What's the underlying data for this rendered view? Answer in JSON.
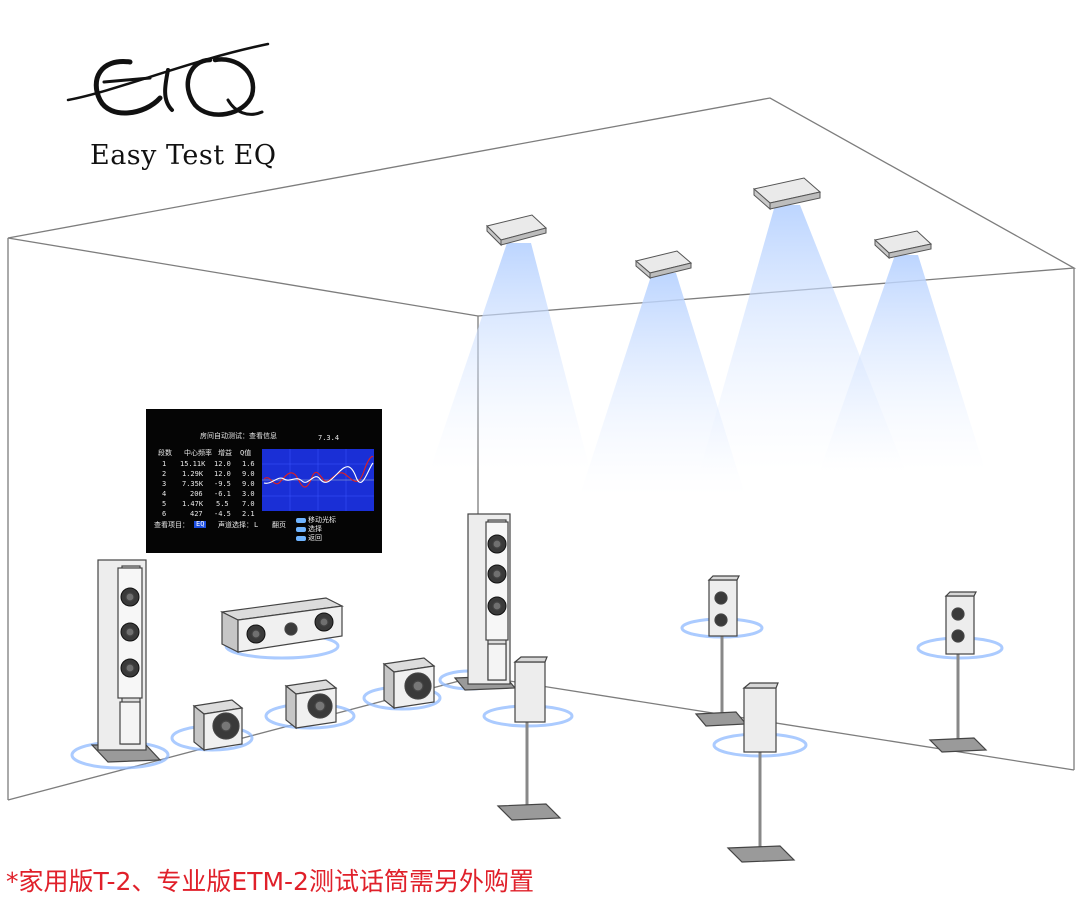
{
  "logo": {
    "icon": "eq-swirl-logo-icon",
    "text": "Easy Test EQ"
  },
  "screen": {
    "title": "房间自动测试：查看信息",
    "channel_code": "7.3.4",
    "table": {
      "headers": [
        "段数",
        "中心频率",
        "增益",
        "Q值"
      ],
      "rows": [
        [
          "1",
          "15.11K",
          "12.0",
          "1.6"
        ],
        [
          "2",
          "1.29K",
          "12.0",
          "9.0"
        ],
        [
          "3",
          "7.35K",
          "-9.5",
          "9.0"
        ],
        [
          "4",
          "206",
          "-6.1",
          "3.0"
        ],
        [
          "5",
          "1.47K",
          "5.5",
          "7.0"
        ],
        [
          "6",
          "427",
          "-4.5",
          "2.1"
        ]
      ]
    },
    "view_item_label": "查看项目：",
    "view_item_value": "EQ",
    "channel_select_label": "声道选择：",
    "channel_select_value": "L",
    "page_label": "翻页",
    "legend": [
      {
        "icon": "remote-key-icon",
        "label": "移动光标"
      },
      {
        "icon": "remote-key-icon",
        "label": "选择"
      },
      {
        "icon": "remote-key-icon",
        "label": "返回"
      }
    ],
    "colors": {
      "background": "#050505",
      "graph": "#1a2fd6",
      "curve_white": "#ffffff",
      "curve_red": "#e02020"
    }
  },
  "footnote": "*家用版T-2、专业版ETM-2测试话筒需另外购置",
  "colors": {
    "footnote": "#e0202a",
    "ring": "#9ec4ff",
    "beam": "#d6e6ff",
    "line": "#8a8a8a"
  }
}
